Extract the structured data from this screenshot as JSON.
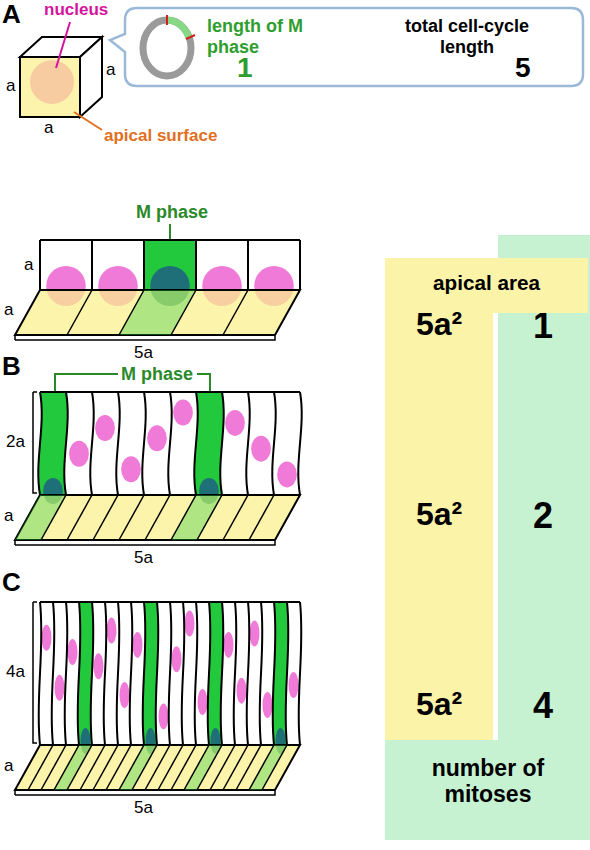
{
  "diagram": {
    "nodes": [
      {
        "text": [
          "length of M phase",
          "1",
          "total cell-cycle length",
          "5"
        ]
      },
      {
        "text": [
          "1",
          "2",
          "4",
          "number of mitoses"
        ]
      },
      {
        "text": [
          "apical area",
          "5a²",
          "5a²",
          "5a²"
        ]
      }
    ],
    "labels": [
      "A",
      "nucleus",
      "a",
      "a",
      "a",
      "apical surface",
      "M phase",
      "a",
      "a",
      "5a",
      "B",
      "M phase",
      "2a",
      "a",
      "5a",
      "C",
      "4a",
      "a",
      "5a"
    ]
  }
}
